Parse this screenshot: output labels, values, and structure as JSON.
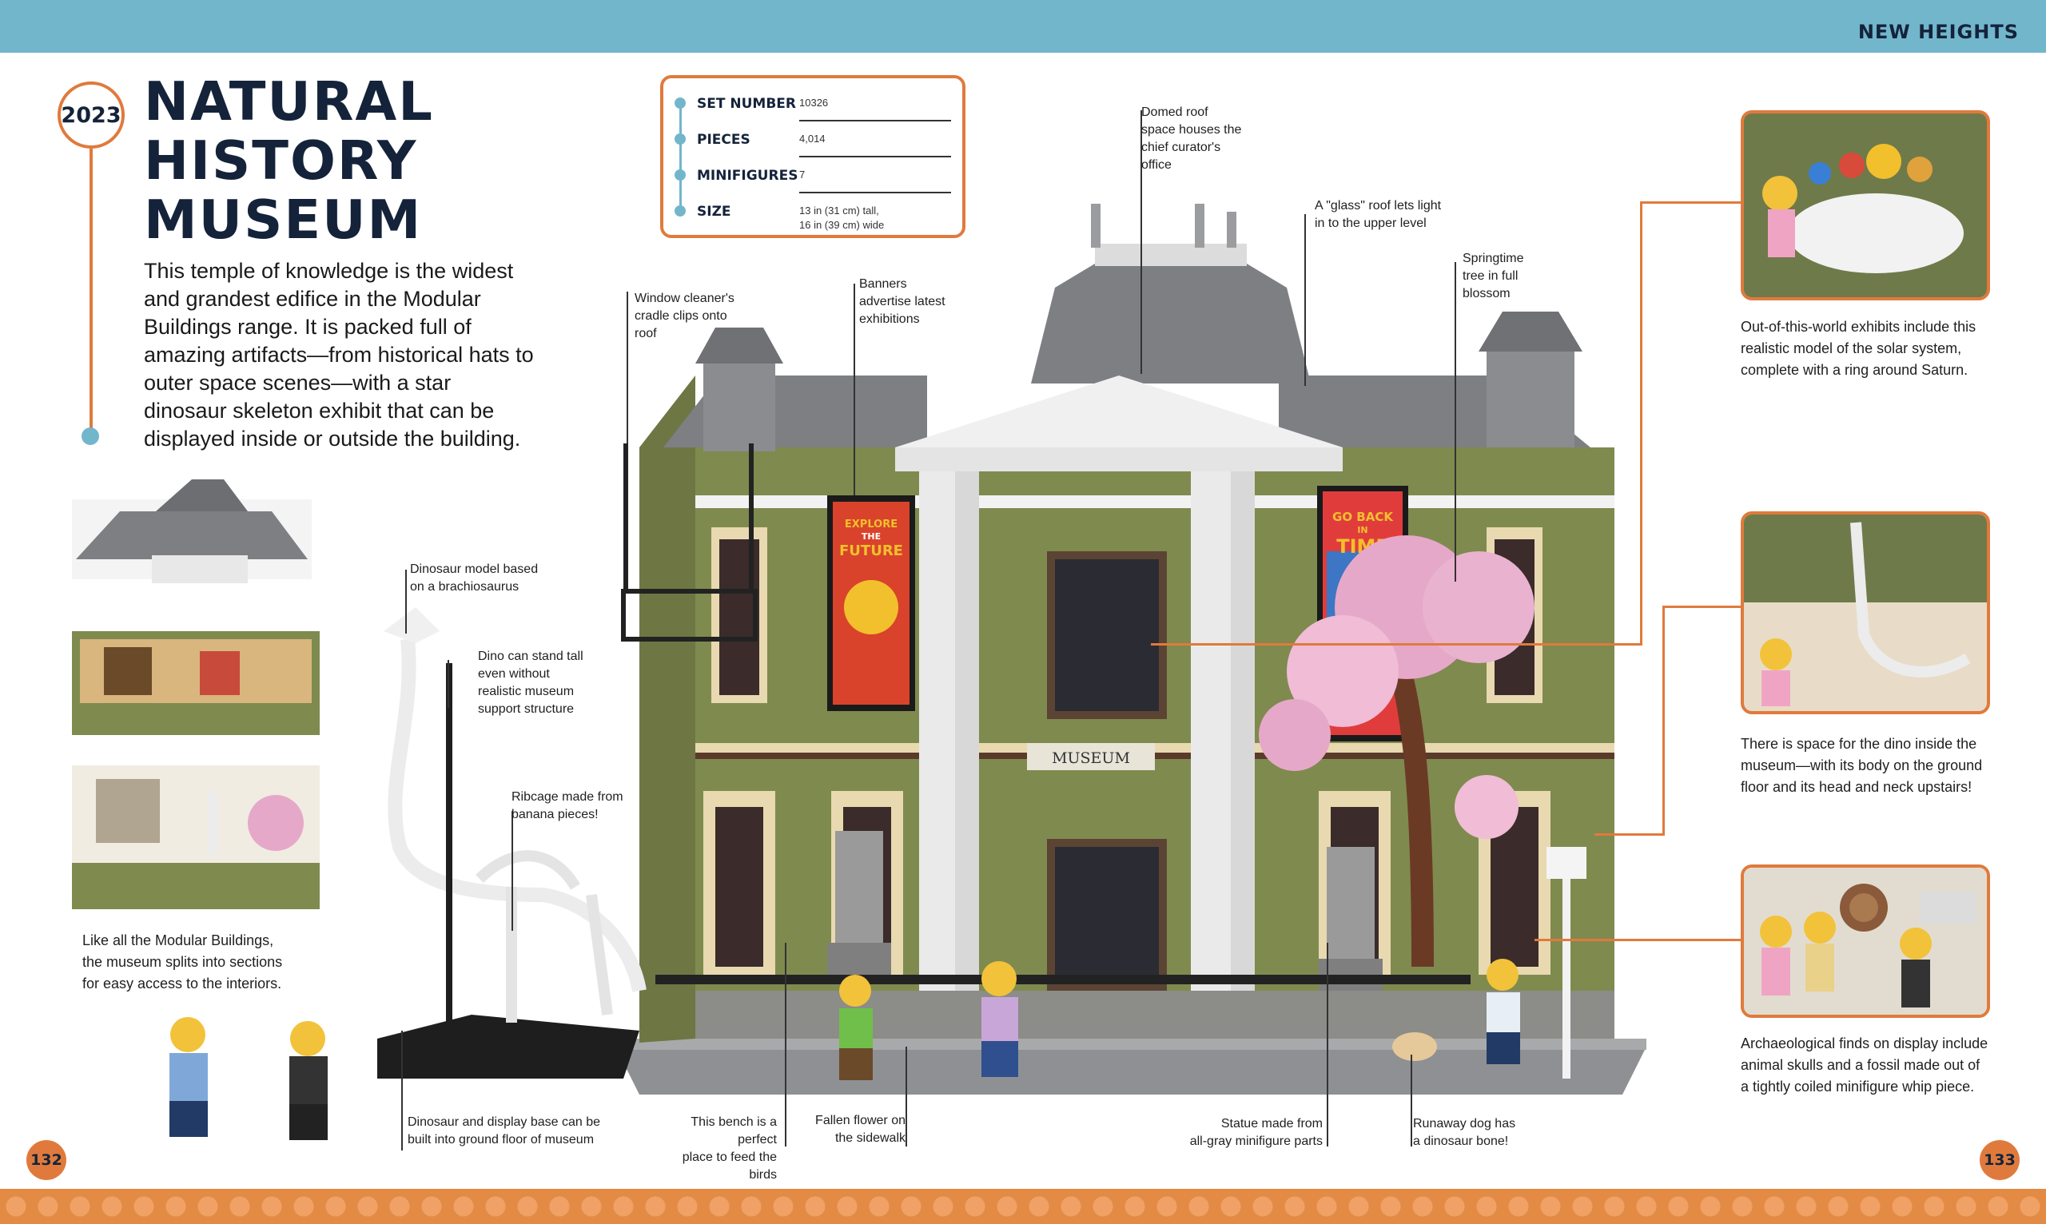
{
  "header": {
    "section": "NEW HEIGHTS"
  },
  "year": "2023",
  "title_lines": [
    "NATURAL",
    "HISTORY",
    "MUSEUM"
  ],
  "intro": "This temple of knowledge is the widest and grandest edifice in the Modular Buildings range. It is packed full of amazing artifacts—from historical hats to outer space scenes—with a star dinosaur skeleton exhibit that can be displayed inside or outside the building.",
  "specs": [
    {
      "label": "SET NUMBER",
      "value": "10326"
    },
    {
      "label": "PIECES",
      "value": "4,014"
    },
    {
      "label": "MINIFIGURES",
      "value": "7"
    },
    {
      "label": "SIZE",
      "value": "13 in (31 cm) tall,\n16 in (39 cm) wide"
    }
  ],
  "model": {
    "sign": "MUSEUM",
    "banner_left": [
      "EXPLORE",
      "THE",
      "FUTURE"
    ],
    "banner_right": [
      "GO BACK",
      "IN",
      "TIME"
    ]
  },
  "captions": {
    "domed_roof": "Domed roof\nspace houses the\nchief curator's\noffice",
    "glass_roof": "A \"glass\" roof lets light\nin to the upper level",
    "springtime": "Springtime\ntree in full\nblossom",
    "window_cleaner": "Window cleaner's\ncradle clips onto\nroof",
    "banners": "Banners\nadvertise latest\nexhibitions",
    "dino_model": "Dinosaur model based\non a brachiosaurus",
    "dino_stand": "Dino can stand tall\neven without\nrealistic museum\nsupport structure",
    "ribcage": "Ribcage made from\nbanana pieces!",
    "modular_split": "Like all the Modular Buildings,\nthe museum splits into sections\nfor easy access to the interiors.",
    "dino_base": "Dinosaur and display base can be\nbuilt into ground floor of museum",
    "bench": "This bench is a perfect\nplace to feed the birds",
    "flower": "Fallen flower on\nthe sidewalk",
    "statue": "Statue made from\nall-gray minifigure parts",
    "dog": "Runaway dog has\na dinosaur bone!",
    "solar": "Out-of-this-world exhibits include this\nrealistic model of the solar system,\ncomplete with a ring around Saturn.",
    "dino_inside": "There is space for the dino inside the\nmuseum—with its body on the ground\nfloor and its head and neck upstairs!",
    "archaeology": "Archaeological finds on display include\nanimal skulls and a fossil made out of\na tightly coiled minifigure whip piece."
  },
  "pages": {
    "left": "132",
    "right": "133"
  },
  "colors": {
    "accent": "#e07a3c",
    "header": "#72b6cc",
    "navy": "#14233a",
    "facade": "#7f8a4f",
    "roof": "#7d7f83"
  }
}
